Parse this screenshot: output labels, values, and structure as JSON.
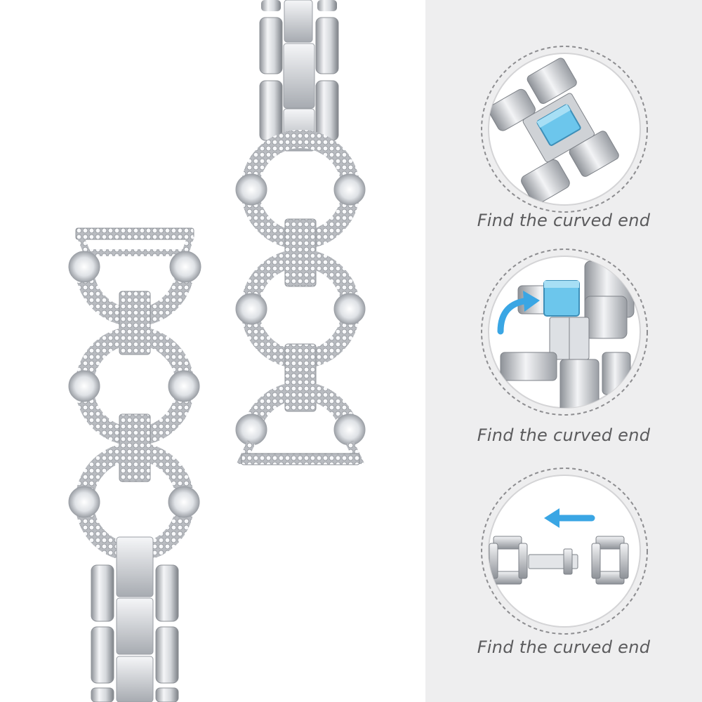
{
  "steps": [
    {
      "caption": "Find the curved end",
      "illustration": "clasp-lift-tab"
    },
    {
      "caption": "Find the curved end",
      "illustration": "clasp-fold-arrow"
    },
    {
      "caption": "Find the curved end",
      "illustration": "clasp-insert-arrow"
    }
  ],
  "colors": {
    "panel_bg": "#eeeeef",
    "caption": "#5b5b5d",
    "highlight_blue": "#6cc6ec",
    "arrow_blue": "#3aa6e4",
    "metal": "#c9ccd1"
  }
}
